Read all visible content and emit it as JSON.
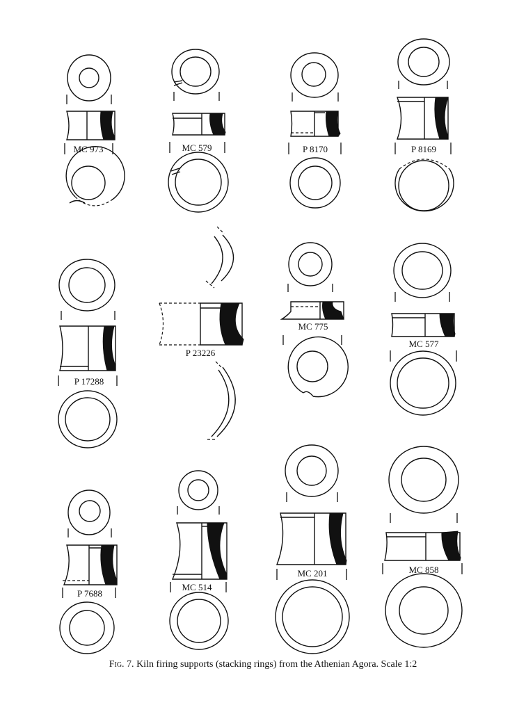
{
  "figure": {
    "caption_prefix": "Fig. 7.",
    "caption_text": "Kiln firing supports (stacking rings) from the Athenian Agora. Scale 1:2"
  },
  "labels": [
    "MC 973",
    "MC 579",
    "P 8170",
    "P 8169",
    "P 17288",
    "P 23226",
    "MC 775",
    "MC 577",
    "P 7688",
    "MC 514",
    "MC 201",
    "MC 858"
  ]
}
